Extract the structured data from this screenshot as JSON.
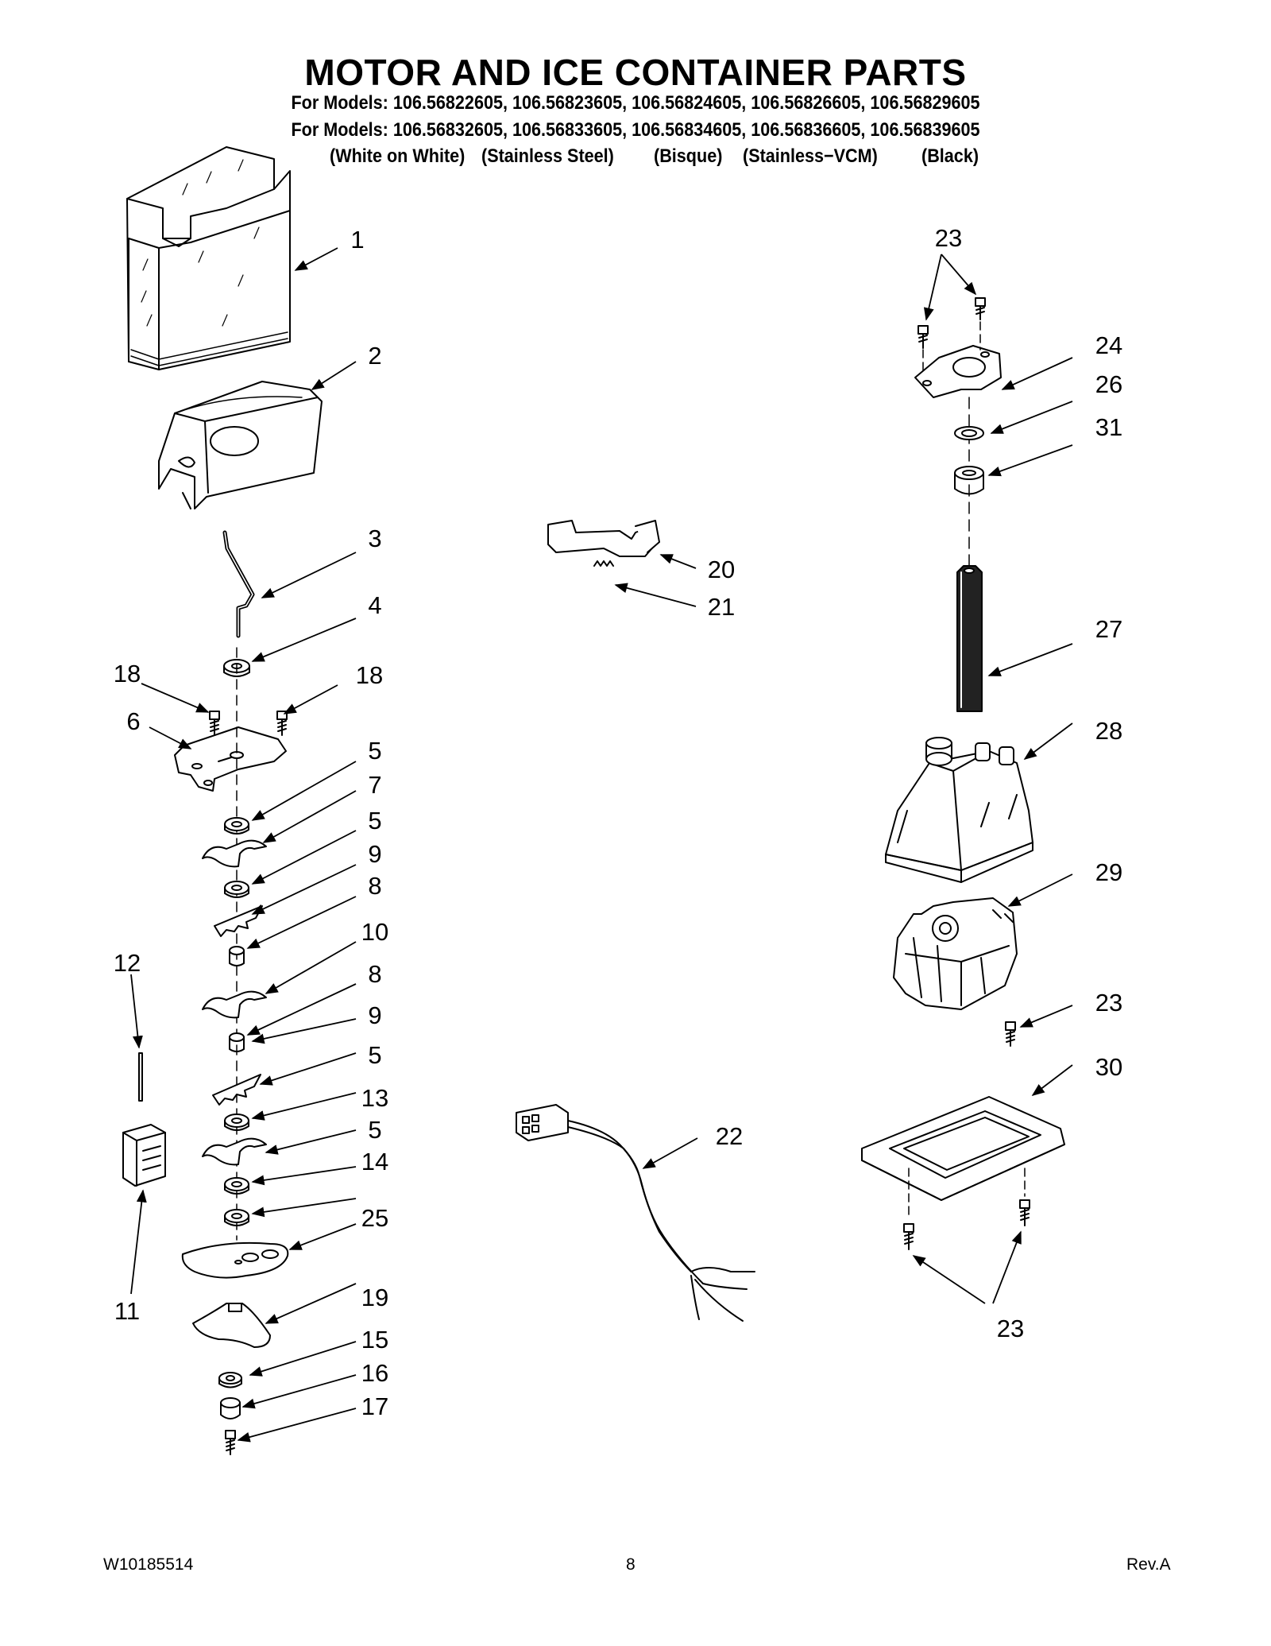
{
  "title": "MOTOR AND ICE CONTAINER PARTS",
  "models_line1": "For Models: 106.56822605, 106.56823605, 106.56824605, 106.56826605, 106.56829605",
  "models_line2": "For Models: 106.56832605, 106.56833605, 106.56834605, 106.56836605, 106.56839605",
  "finishes": [
    "(White on White)",
    "(Stainless Steel)",
    "(Bisque)",
    "(Stainless−VCM)",
    "(Black)"
  ],
  "callouts": {
    "c1": "1",
    "c2": "2",
    "c3": "3",
    "c4": "4",
    "c18a": "18",
    "c18b": "18",
    "c6": "6",
    "c5a": "5",
    "c7": "7",
    "c5b": "5",
    "c9a": "9",
    "c8a": "8",
    "c10": "10",
    "c8b": "8",
    "c9b": "9",
    "c5c": "5",
    "c13": "13",
    "c5d": "5",
    "c14": "14",
    "c25": "25",
    "c19": "19",
    "c15": "15",
    "c16": "16",
    "c17": "17",
    "c12": "12",
    "c11": "11",
    "c20": "20",
    "c21": "21",
    "c22": "22",
    "c23a": "23",
    "c24": "24",
    "c26": "26",
    "c31": "31",
    "c27": "27",
    "c28": "28",
    "c29": "29",
    "c23b": "23",
    "c30": "30",
    "c23c": "23"
  },
  "footer": {
    "doc_number": "W10185514",
    "page": "8",
    "revision": "Rev.A"
  }
}
